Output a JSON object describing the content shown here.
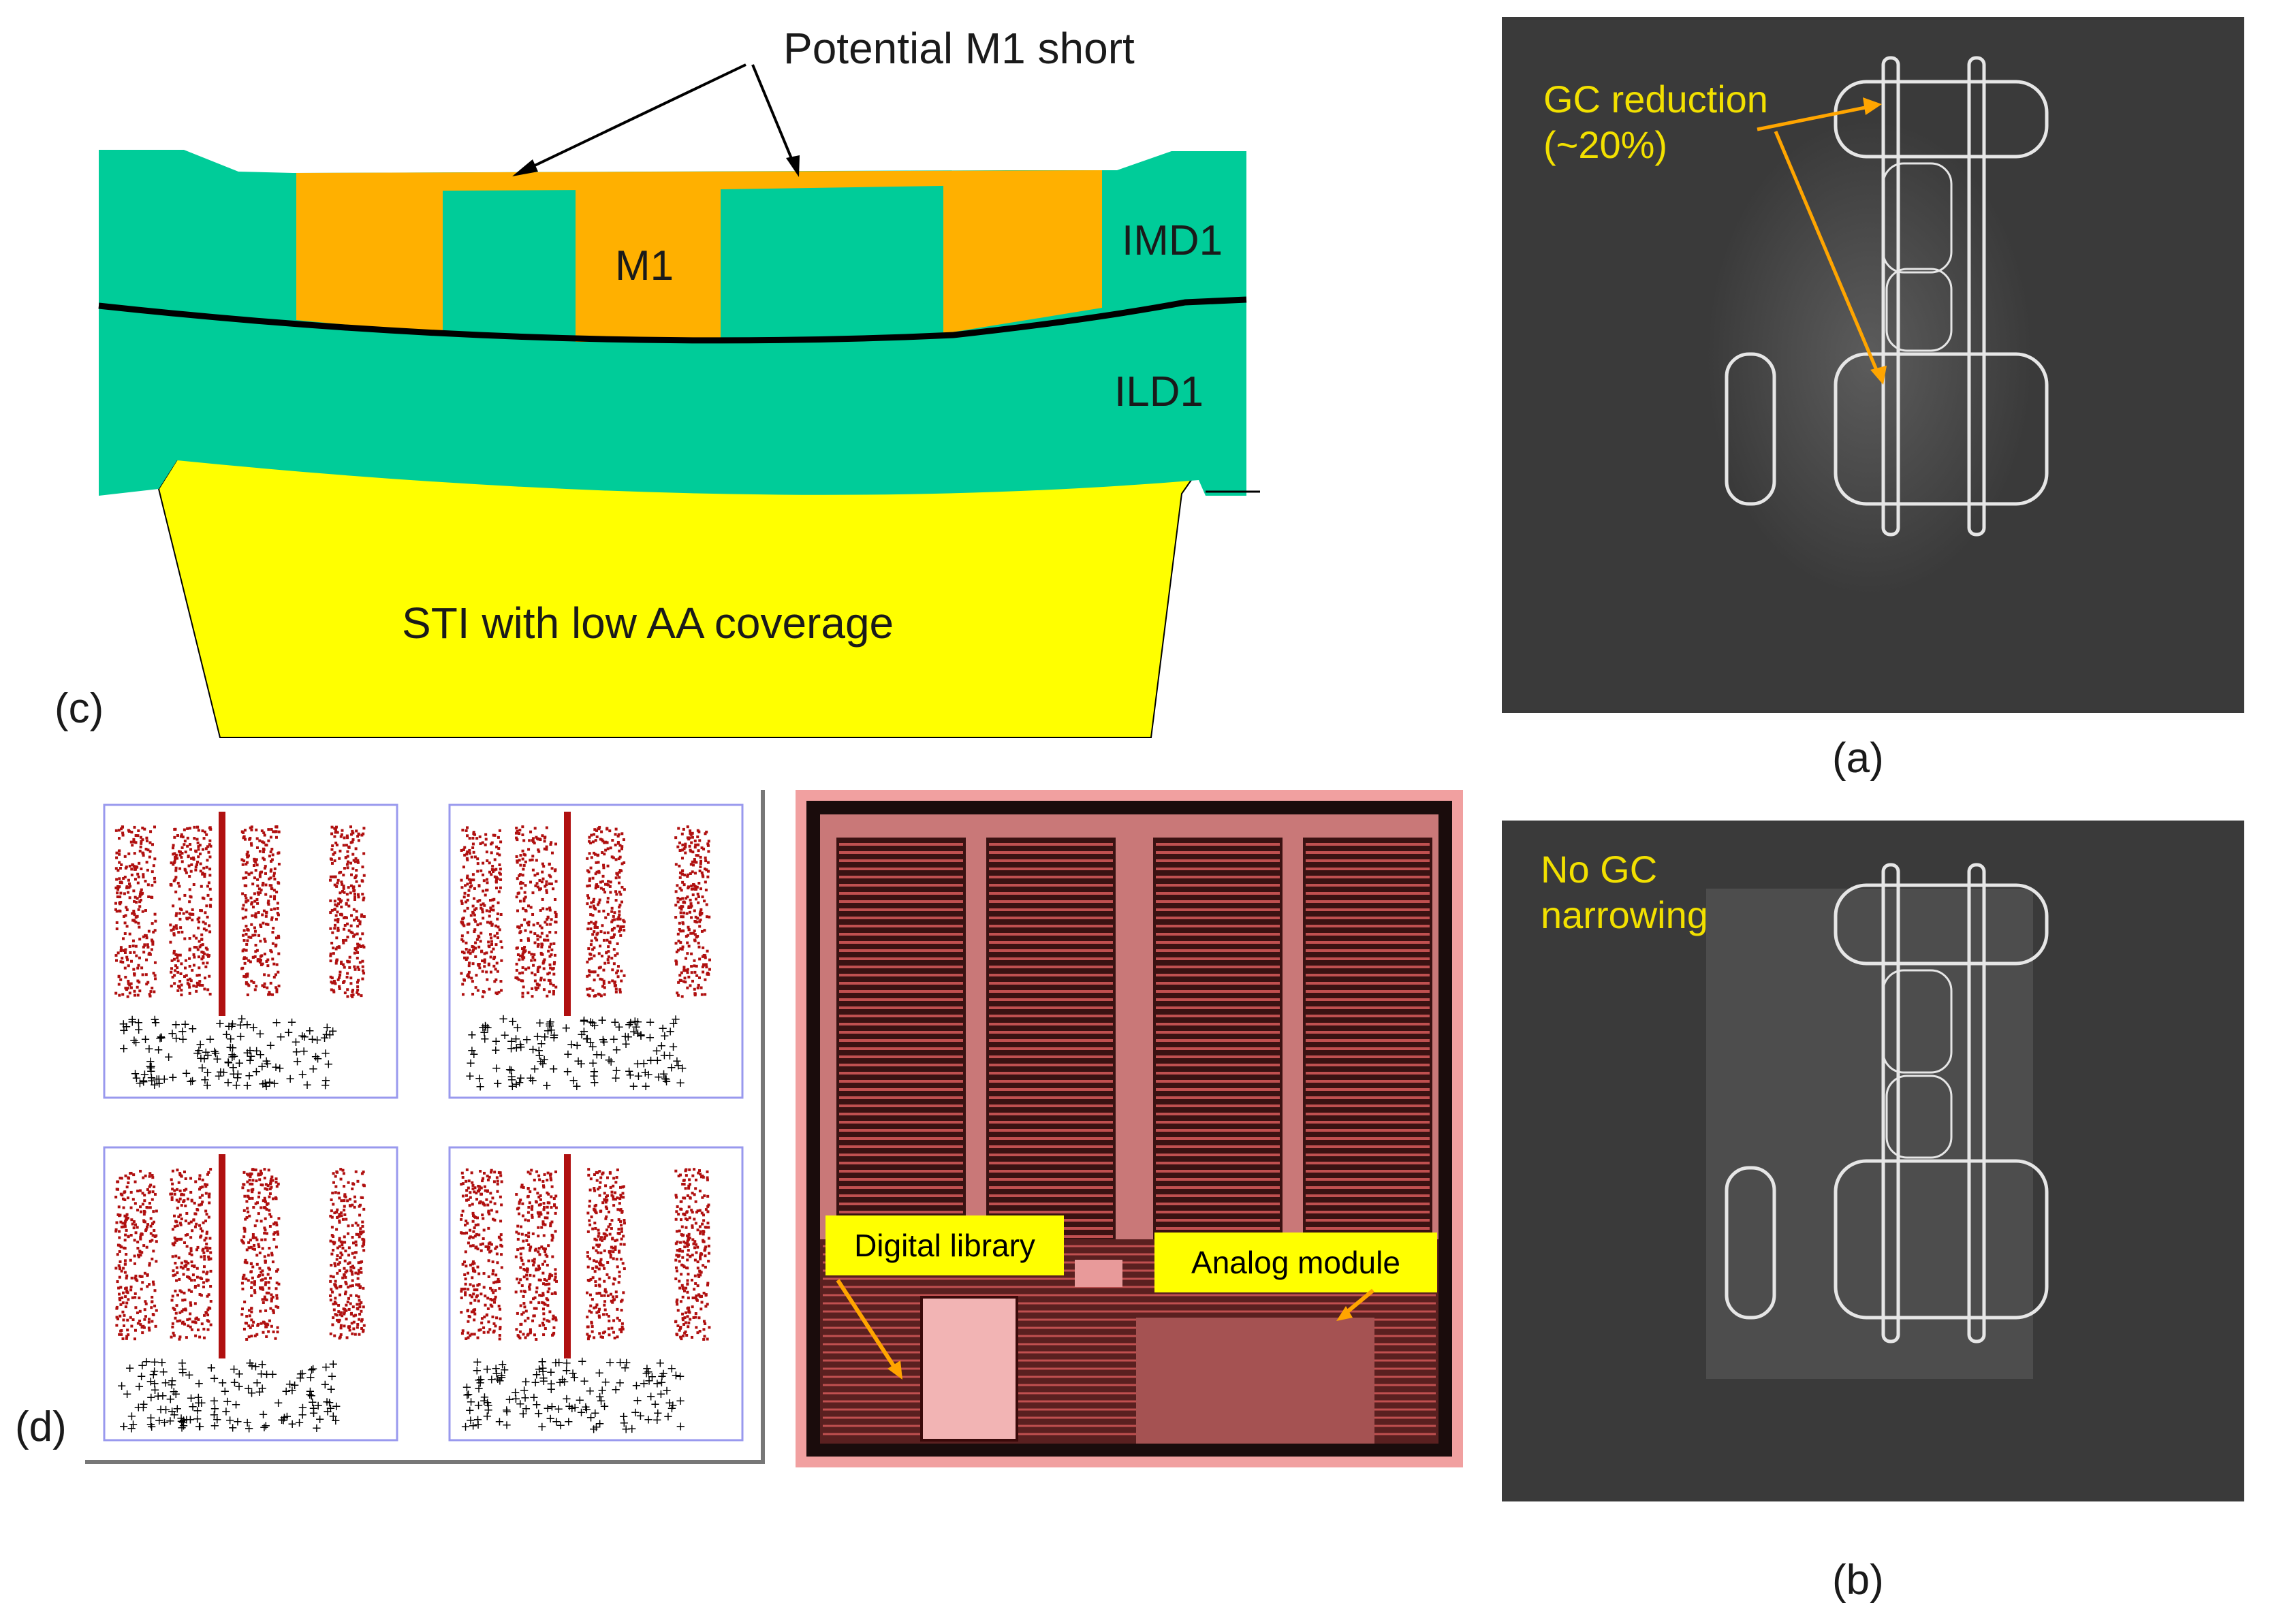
{
  "cross_section": {
    "title": "Potential M1 short",
    "m1_label": "M1",
    "imd_label": "IMD1",
    "ild_label": "ILD1",
    "sti_label": "STI with low AA coverage",
    "panel_label": "(c)",
    "colors": {
      "dielectric": "#00cc99",
      "metal": "#ffb000",
      "sti": "#ffff00",
      "line": "#000000"
    }
  },
  "sem_top": {
    "annotation_line1": "GC reduction",
    "annotation_line2": "(~20%)",
    "panel_label": "(a)",
    "colors": {
      "annotation": "#f2e000",
      "arrow": "#ffa500"
    }
  },
  "sem_bottom": {
    "annotation_line1": "No GC",
    "annotation_line2": "narrowing",
    "panel_label": "(b)"
  },
  "maps": {
    "panel_label": "(d)",
    "colors": {
      "hotspot": "#b01010",
      "marker": "#000000",
      "border": "#9999ee"
    }
  },
  "chip_layout": {
    "digital_label": "Digital library",
    "analog_label": "Analog module",
    "colors": {
      "layout": "#c05050",
      "callout_bg": "#ffff00"
    }
  }
}
